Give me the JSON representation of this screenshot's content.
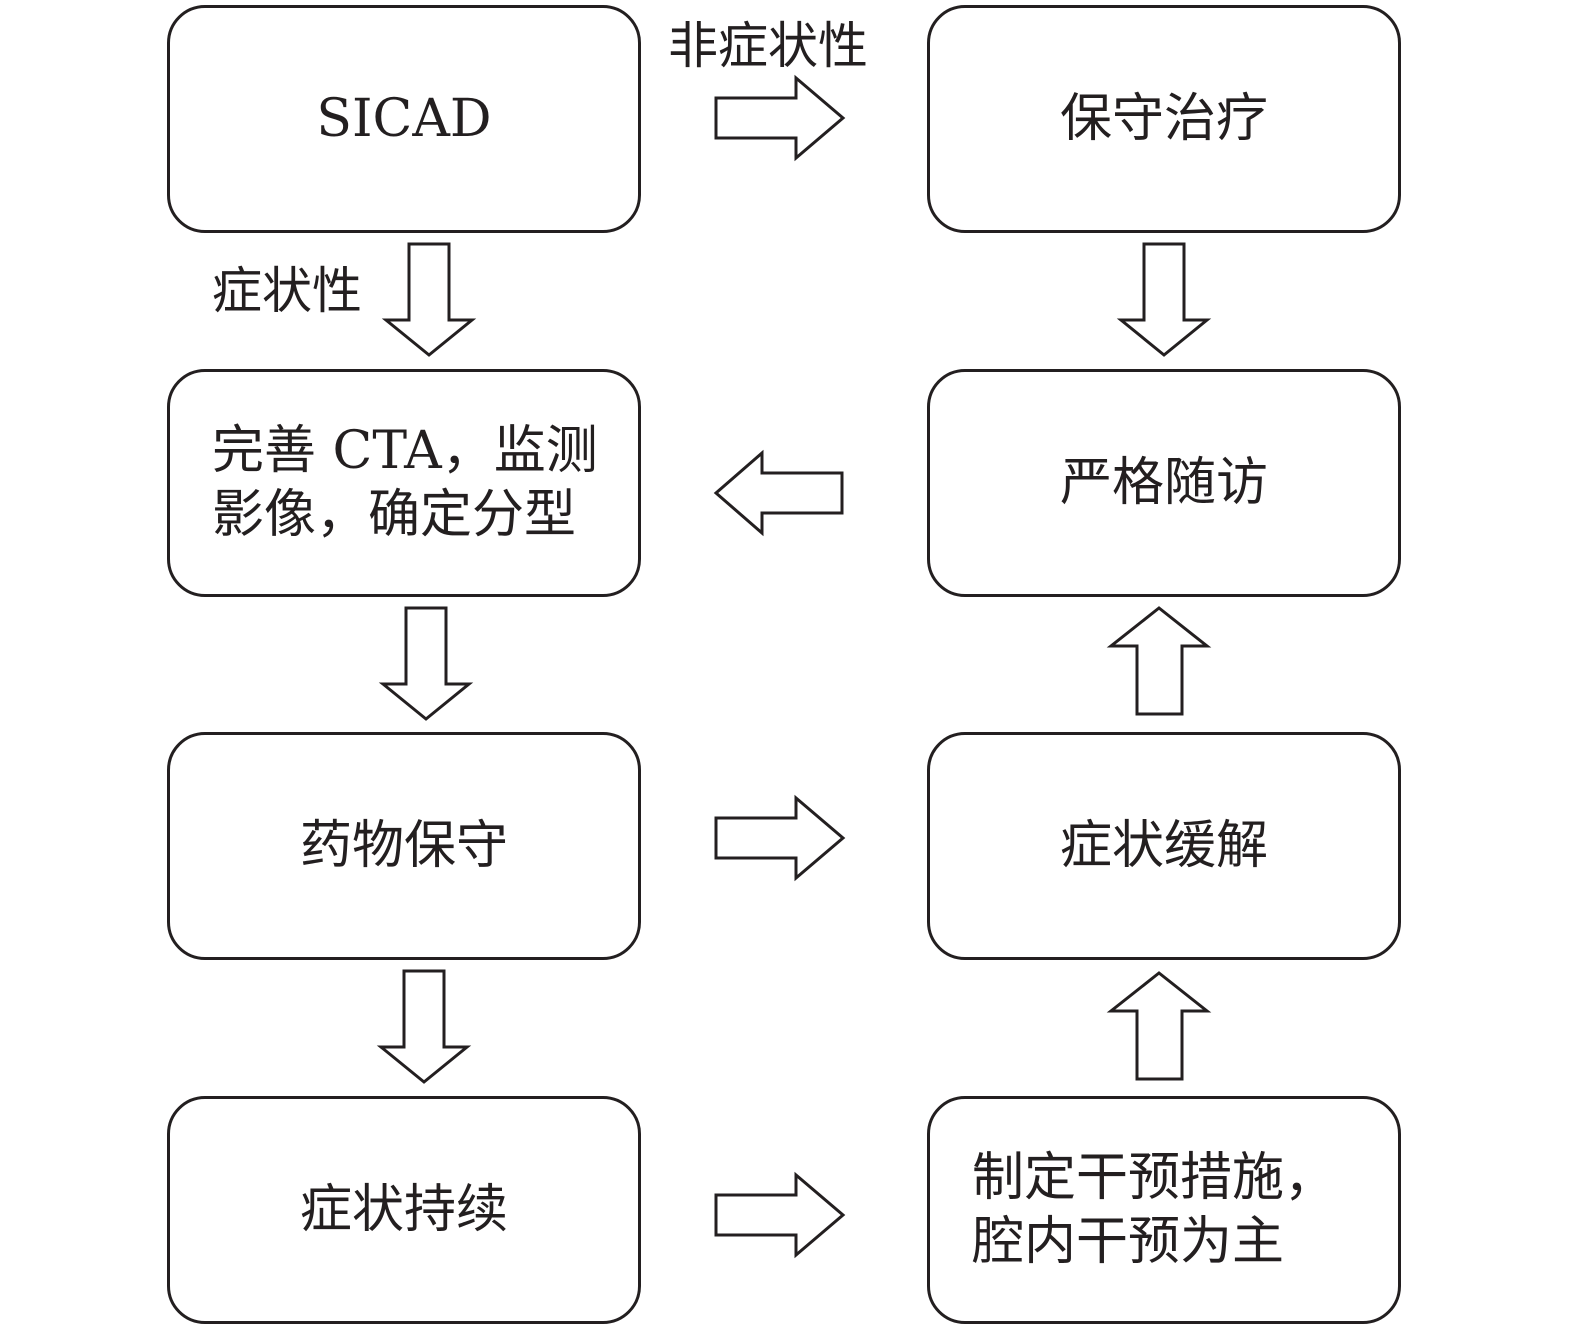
{
  "nodes": {
    "sicad": "SICAD",
    "conservative_treatment": "保守治疗",
    "cta_line1": "完善 CTA，监测",
    "cta_line2": "影像，确定分型",
    "strict_followup": "严格随访",
    "drug_conservative": "药物保守",
    "symptom_relief": "症状缓解",
    "symptom_persist": "症状持续",
    "intervention_line1": "制定干预措施，",
    "intervention_line2": "腔内干预为主"
  },
  "edge_labels": {
    "non_symptomatic": "非症状性",
    "symptomatic": "症状性"
  },
  "colors": {
    "stroke": "#231f20",
    "fill": "#ffffff"
  }
}
